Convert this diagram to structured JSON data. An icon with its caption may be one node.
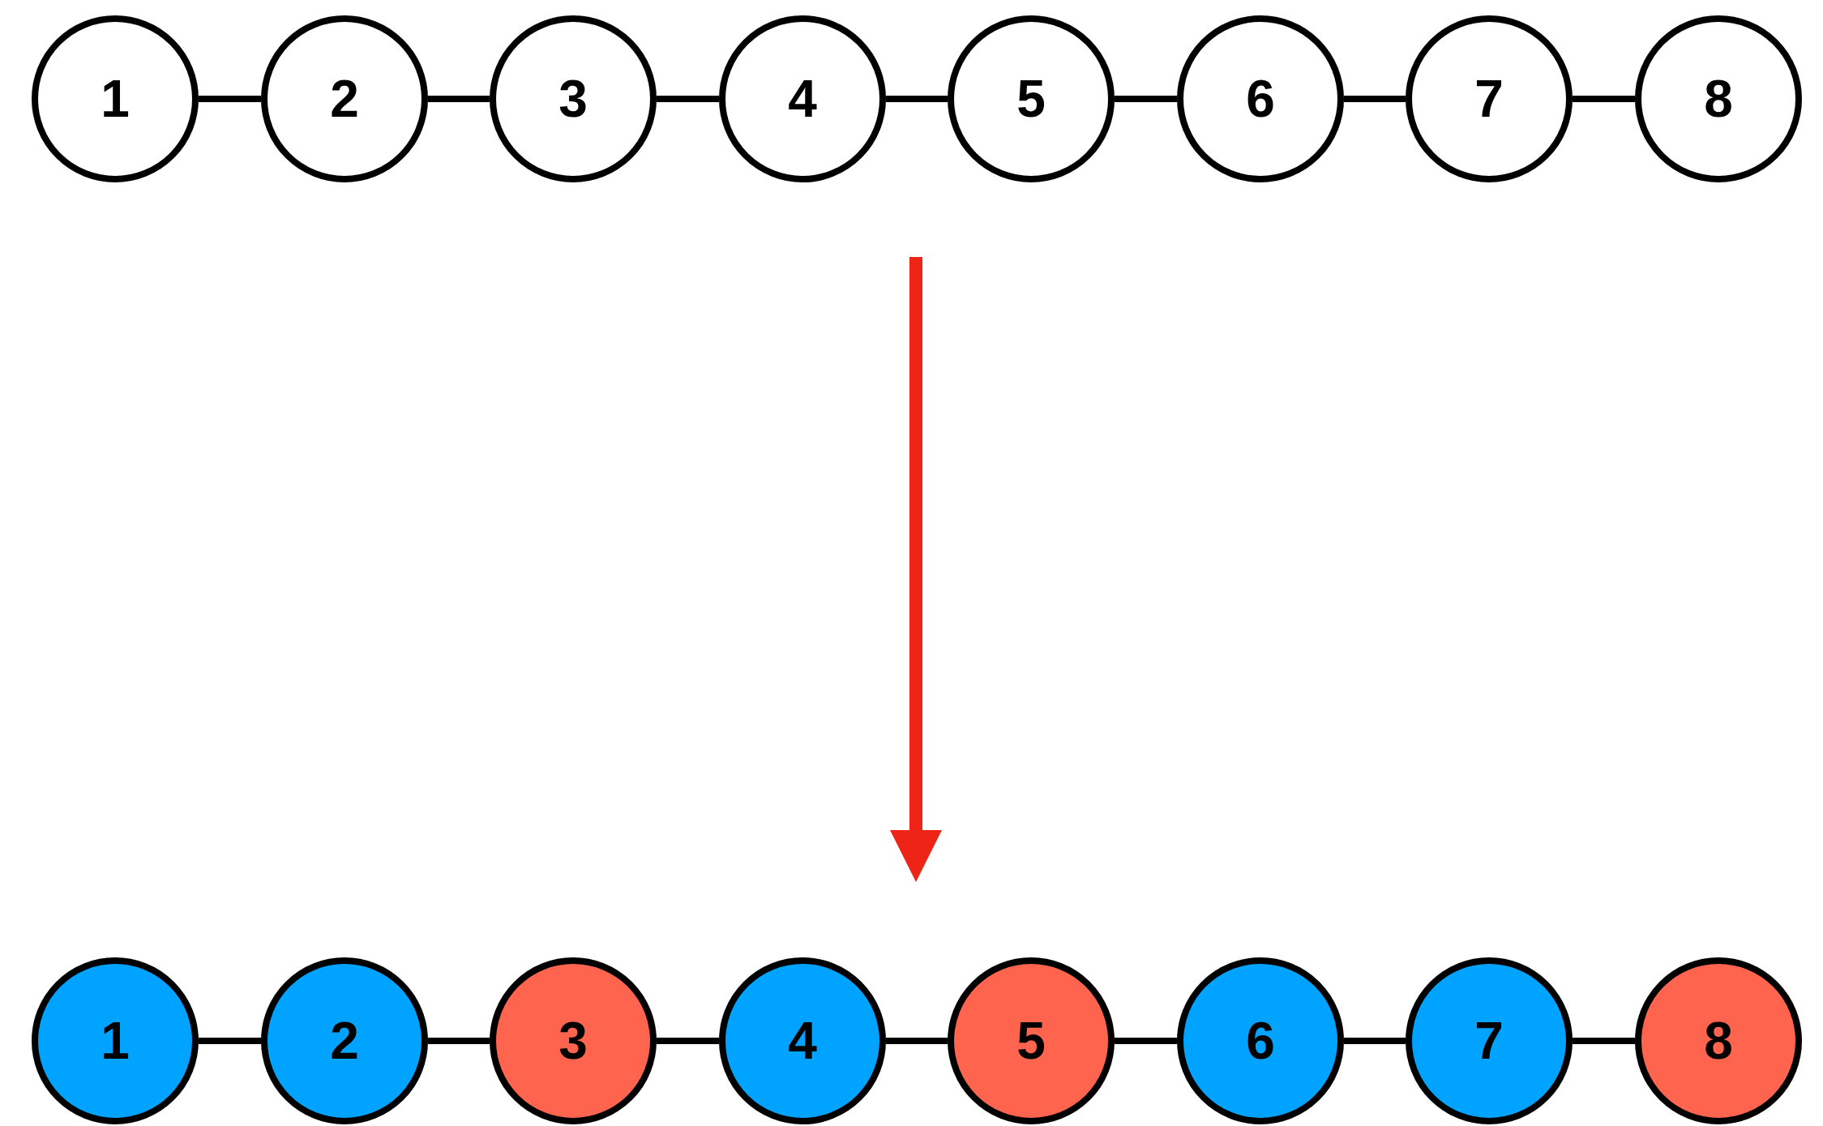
{
  "diagram": {
    "nodes": [
      {
        "text": [
          "1"
        ]
      },
      {
        "text": [
          "2"
        ]
      },
      {
        "text": [
          "3"
        ]
      },
      {
        "text": [
          "4"
        ]
      },
      {
        "text": [
          "5"
        ]
      },
      {
        "text": [
          "6"
        ]
      },
      {
        "text": [
          "7"
        ]
      },
      {
        "text": [
          "8"
        ]
      },
      {
        "text": [
          "1"
        ]
      },
      {
        "text": [
          "2"
        ]
      },
      {
        "text": [
          "3"
        ]
      },
      {
        "text": [
          "4"
        ]
      },
      {
        "text": [
          "5"
        ]
      },
      {
        "text": [
          "6"
        ]
      },
      {
        "text": [
          "7"
        ]
      },
      {
        "text": [
          "8"
        ]
      }
    ],
    "edges": [
      {
        "from": 0,
        "to": 1,
        "arrow": "none"
      },
      {
        "from": 1,
        "to": 2,
        "arrow": "none"
      },
      {
        "from": 2,
        "to": 3,
        "arrow": "none"
      },
      {
        "from": 3,
        "to": 4,
        "arrow": "none"
      },
      {
        "from": 4,
        "to": 5,
        "arrow": "none"
      },
      {
        "from": 5,
        "to": 6,
        "arrow": "none"
      },
      {
        "from": 6,
        "to": 7,
        "arrow": "none"
      },
      {
        "from": 8,
        "to": 9,
        "arrow": "none"
      },
      {
        "from": 9,
        "to": 10,
        "arrow": "none"
      },
      {
        "from": 10,
        "to": 11,
        "arrow": "none"
      },
      {
        "from": 11,
        "to": 12,
        "arrow": "none"
      },
      {
        "from": 12,
        "to": 13,
        "arrow": "none"
      },
      {
        "from": 13,
        "to": 14,
        "arrow": "none"
      },
      {
        "from": 14,
        "to": 15,
        "arrow": "none"
      }
    ]
  }
}
